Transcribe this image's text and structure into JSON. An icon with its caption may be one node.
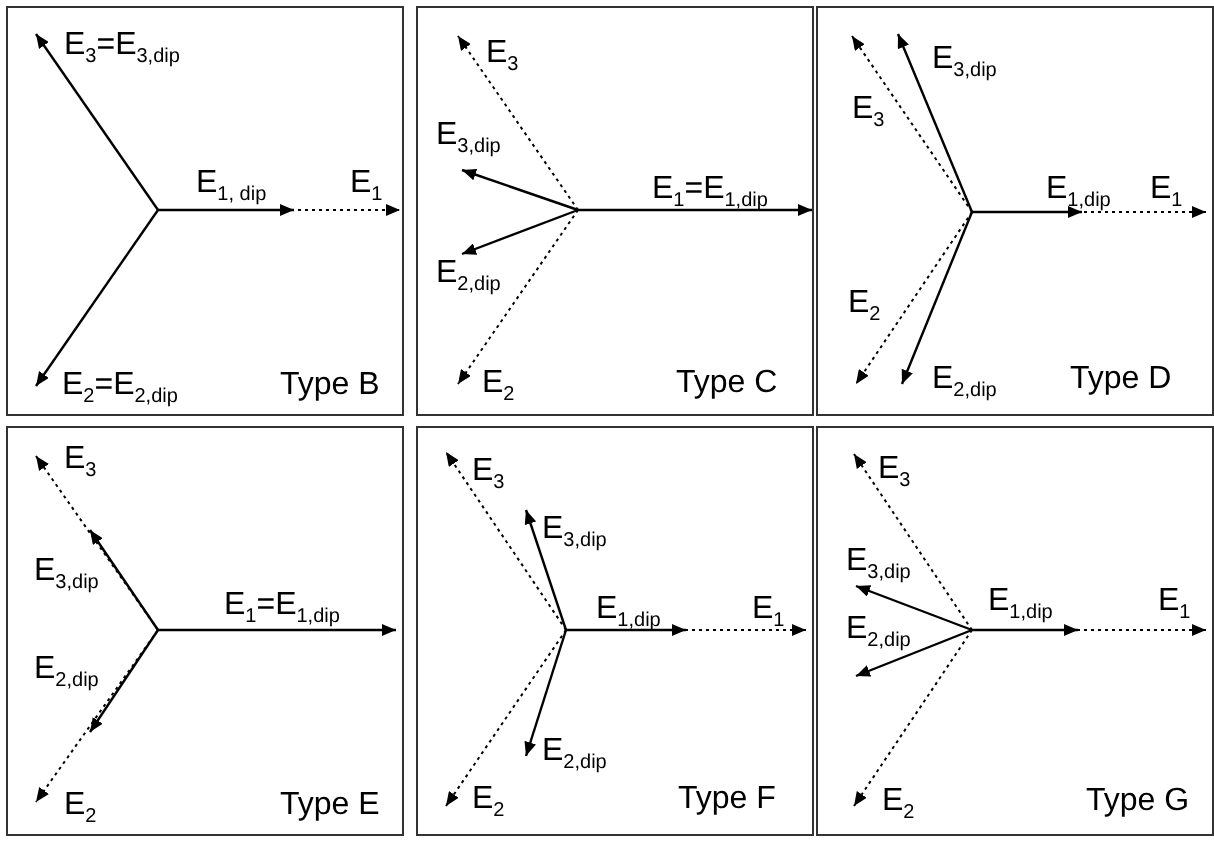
{
  "diagram": {
    "nodes": [
      {
        "text": [
          "E$_{3}$=E$_{3,dip}$",
          "E$_{1, dip}$",
          "E$_{1}$",
          "E$_{2}$=E$_{2,dip}$",
          "Type B"
        ]
      },
      {
        "text": [
          "E$_{3}$",
          "E$_{3,dip}$",
          "E$_{1}$=E$_{1,dip}$",
          "E$_{2,dip}$",
          "E$_{2}$",
          "Type C"
        ]
      },
      {
        "text": [
          "E$_{3,dip}$",
          "E$_{3}$",
          "E$_{1,dip}$",
          "E$_{1}$",
          "E$_{2}$",
          "E$_{2,dip}$",
          "Type D"
        ]
      },
      {
        "text": [
          "E$_{3}$",
          "E$_{3,dip}$",
          "E$_{1}$=E$_{1,dip}$",
          "E$_{2,dip}$",
          "E$_{2}$",
          "Type E"
        ]
      },
      {
        "text": [
          "E$_{3}$",
          "E$_{3,dip}$",
          "E$_{1,dip}$",
          "E$_{1}$",
          "E$_{2,dip}$",
          "E$_{2}$",
          "Type F"
        ]
      },
      {
        "text": [
          "E$_{3}$",
          "E$_{3,dip}$",
          "E$_{2,dip}$",
          "E$_{1,dip}$",
          "E$_{1}$",
          "E$_{2}$",
          "Type G"
        ]
      }
    ]
  }
}
